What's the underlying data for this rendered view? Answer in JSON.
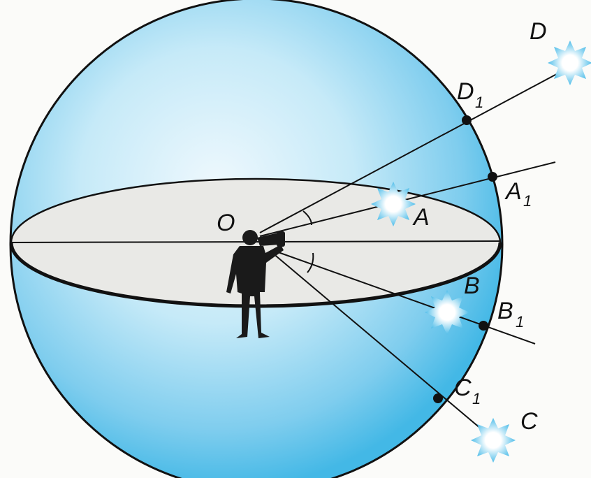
{
  "diagram": {
    "labels": {
      "center": "O",
      "star_a": "A",
      "proj_a": "A",
      "star_b": "B",
      "proj_b": "B",
      "star_c": "C",
      "proj_c": "C",
      "star_d": "D",
      "proj_d": "D",
      "subscript": "1"
    },
    "colors": {
      "sphere_light": "#eef8fd",
      "sphere_mid": "#8fd3ef",
      "sphere_dark": "#3db7e6",
      "horizon_plane": "#e9e9e6",
      "ink": "#111111",
      "star_glow": "#5fc4ee"
    },
    "icons": [
      "observer-silhouette",
      "star-icon"
    ]
  }
}
